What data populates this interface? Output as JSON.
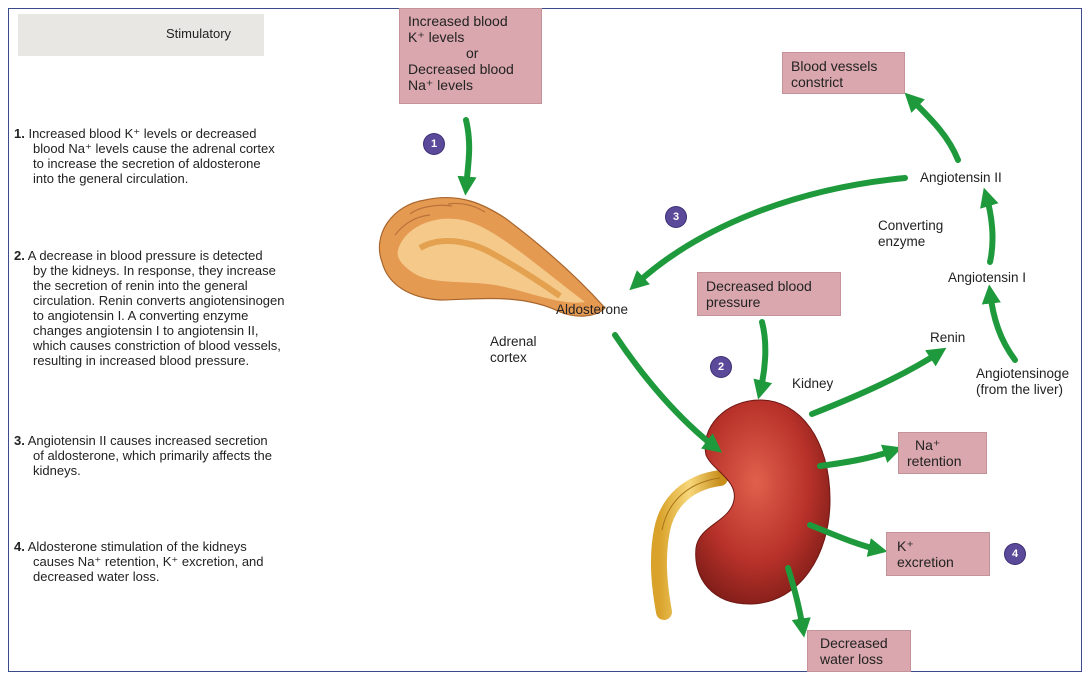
{
  "legend": {
    "label": "Stimulatory"
  },
  "top_box": {
    "line1": "Increased blood",
    "line2": "K⁺ levels",
    "line3": "or",
    "line4": "Decreased blood",
    "line5": "Na⁺ levels"
  },
  "vessels_box": {
    "line1": "Blood vessels",
    "line2": "constrict"
  },
  "bp_box": {
    "line1": "Decreased blood",
    "line2": "pressure"
  },
  "na_box": {
    "line1": "Na⁺",
    "line2": "retention"
  },
  "k_box": {
    "line1": "K⁺",
    "line2": "excretion"
  },
  "water_box": {
    "line1": "Decreased",
    "line2": "water loss"
  },
  "labels": {
    "angiotensin_ii": "Angiotensin II",
    "converting_1": "Converting",
    "converting_2": "enzyme",
    "angiotensin_i": "Angiotensin I",
    "renin": "Renin",
    "angiotensinogen_1": "Angiotensinoge",
    "angiotensinogen_2": "(from the liver)",
    "aldosterone": "Aldosterone",
    "adrenal_1": "Adrenal",
    "adrenal_2": "cortex",
    "kidney": "Kidney"
  },
  "badges": [
    "1",
    "2",
    "3",
    "4"
  ],
  "steps": [
    {
      "num": "1.",
      "lines": [
        "Increased blood K⁺ levels or decreased",
        "blood Na⁺ levels cause the adrenal cortex",
        "to increase the secretion of aldosterone",
        "into the general circulation."
      ]
    },
    {
      "num": "2.",
      "lines": [
        "A decrease in blood pressure is detected",
        "by the kidneys. In response, they increase",
        "the secretion of renin into the general",
        "circulation. Renin converts angiotensinogen",
        "to angiotensin I. A converting enzyme",
        "changes angiotensin I to angiotensin II,",
        "which causes constriction of blood vessels,",
        "resulting in increased blood pressure."
      ]
    },
    {
      "num": "3.",
      "lines": [
        "Angiotensin II causes increased secretion",
        "of aldosterone, which primarily affects the",
        "kidneys."
      ]
    },
    {
      "num": "4.",
      "lines": [
        "Aldosterone stimulation of the kidneys",
        "causes Na⁺ retention, K⁺ excretion, and",
        "decreased water loss."
      ]
    }
  ],
  "colors": {
    "arrow": "#1e9a3c",
    "box": "#d9a7ad",
    "badge": "#5b4a9a",
    "kidney": "#c0392b",
    "adrenal": "#e39a4f"
  }
}
